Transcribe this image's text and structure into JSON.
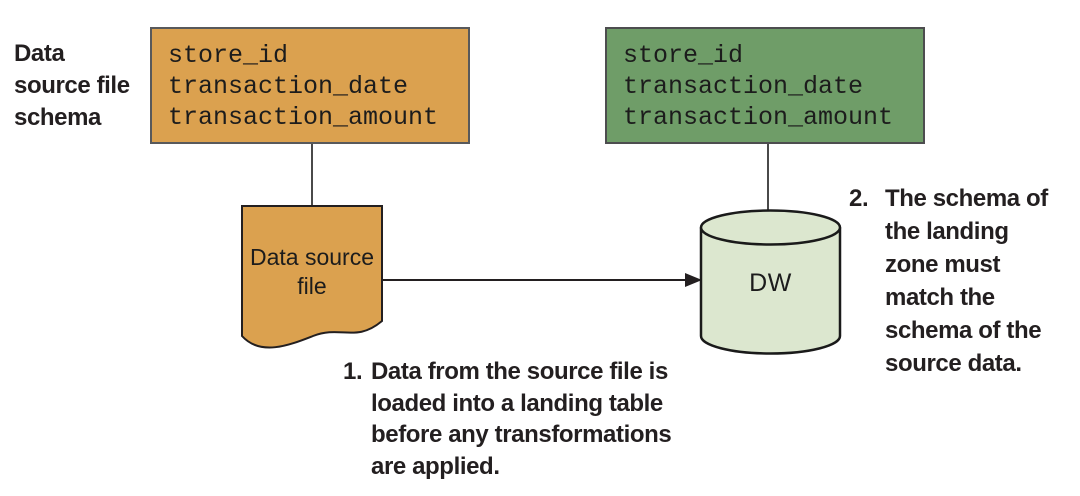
{
  "colors": {
    "source_fill": "#DBA14F",
    "source_border": "#58595B",
    "landing_fill": "#6F9D68",
    "landing_border": "#4D4D4F",
    "cylinder_fill": "#DCE7CF",
    "outline": "#231F20",
    "text": "#231F20"
  },
  "left_label": {
    "lines": [
      "Data",
      "source file",
      "schema"
    ]
  },
  "source_schema": {
    "fields": [
      "store_id",
      "transaction_date",
      "transaction_amount"
    ]
  },
  "landing_schema": {
    "fields": [
      "store_id",
      "transaction_date",
      "transaction_amount"
    ]
  },
  "source_file": {
    "label_line1": "Data source",
    "label_line2": "file"
  },
  "warehouse": {
    "label": "DW"
  },
  "notes": {
    "note1": {
      "number": "1.",
      "line1": "Data from the source file is",
      "continuation": [
        "loaded into a landing table",
        "before any transformations",
        "are applied."
      ]
    },
    "note2": {
      "number": "2.",
      "line1": "The schema of",
      "continuation": [
        "the landing",
        "zone must",
        "match the",
        "schema of the",
        "source data."
      ]
    }
  }
}
